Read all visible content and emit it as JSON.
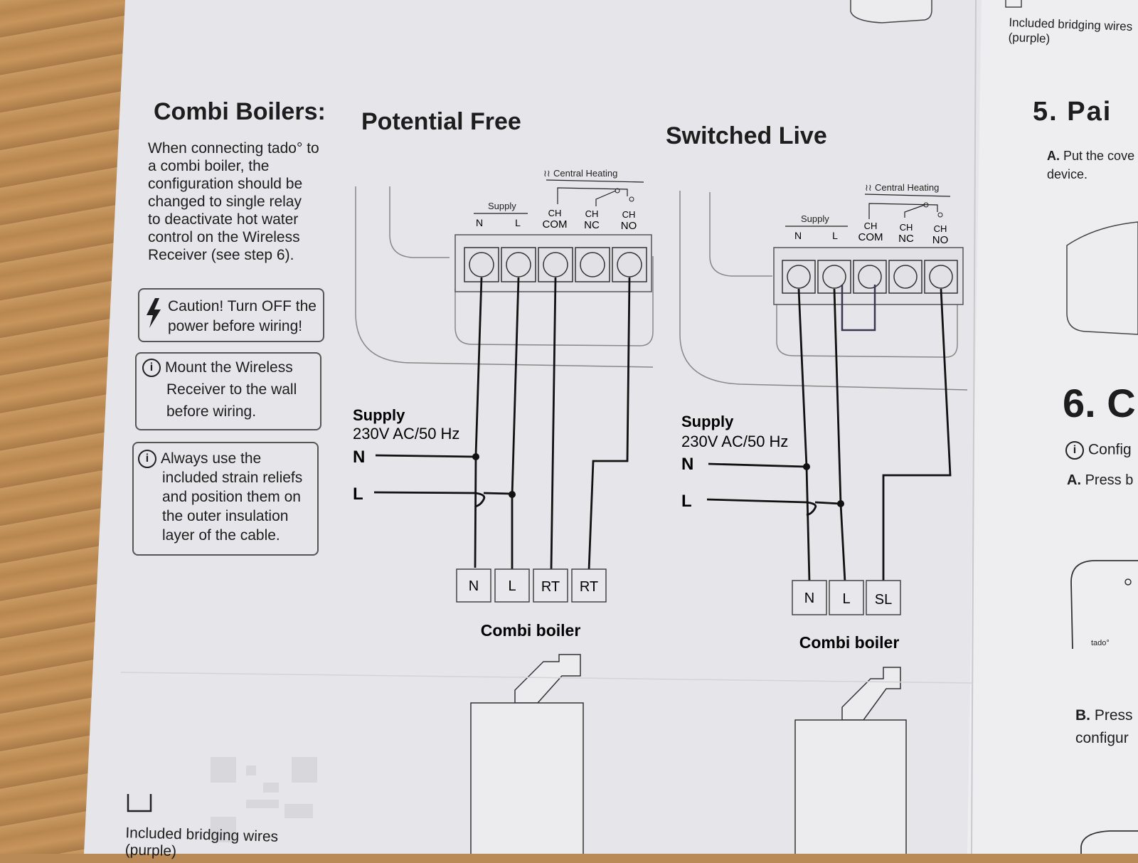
{
  "header": {
    "section_title": "Combi Boilers:",
    "pf_title": "Potential Free",
    "sl_title": "Switched Live"
  },
  "intro": {
    "lines": [
      "When connecting tado° to",
      "a combi boiler, the",
      "configuration should be",
      "changed to single relay",
      "to deactivate hot water",
      "control on the Wireless",
      "Receiver (see step 6)."
    ]
  },
  "caution": {
    "icon": "lightning-icon",
    "lines": [
      "Caution! Turn OFF the",
      "power before wiring!"
    ]
  },
  "mount": {
    "icon": "info-icon",
    "lines": [
      "Mount the Wireless",
      "Receiver to the wall",
      "before wiring."
    ]
  },
  "strain": {
    "icon": "info-icon",
    "lines": [
      "Always use the",
      "included strain reliefs",
      "and position them on",
      "the outer insulation",
      "layer of the cable."
    ]
  },
  "pf_diagram": {
    "central_heating": "Central Heating",
    "supply_group": "Supply",
    "terminals": [
      {
        "top": "",
        "bottom": "N"
      },
      {
        "top": "",
        "bottom": "L"
      },
      {
        "top": "CH",
        "bottom": "COM"
      },
      {
        "top": "CH",
        "bottom": "NC"
      },
      {
        "top": "CH",
        "bottom": "NO"
      }
    ],
    "supply_label": "Supply",
    "supply_voltage": "230V AC/50 Hz",
    "line_n": "N",
    "line_l": "L",
    "boiler_terminals": [
      "N",
      "L",
      "RT",
      "RT"
    ],
    "boiler_label": "Combi boiler"
  },
  "sl_diagram": {
    "central_heating": "Central Heating",
    "supply_group": "Supply",
    "terminals": [
      {
        "top": "",
        "bottom": "N"
      },
      {
        "top": "",
        "bottom": "L"
      },
      {
        "top": "CH",
        "bottom": "COM"
      },
      {
        "top": "CH",
        "bottom": "NC"
      },
      {
        "top": "CH",
        "bottom": "NO"
      }
    ],
    "supply_label": "Supply",
    "supply_voltage": "230V AC/50 Hz",
    "line_n": "N",
    "line_l": "L",
    "boiler_terminals": [
      "N",
      "L",
      "SL"
    ],
    "boiler_label": "Combi boiler"
  },
  "top_right": {
    "bridging_line1": "Included bridging wires",
    "bridging_line2": "(purple)"
  },
  "right_panel": {
    "step5_title": "5. Pai",
    "step5_a_prefix": "A.",
    "step5_a_line1": "Put the cove",
    "step5_a_line2": "device.",
    "step6_title": "6. C",
    "step6_info": "Config",
    "step6_a_prefix": "A.",
    "step6_a": "Press b",
    "device_brand": "tado°",
    "step6_b_prefix": "B.",
    "step6_b_line1": "Press",
    "step6_b_line2": "configur"
  },
  "bottom_left": {
    "bridging_line1": "Included bridging wires",
    "bridging_line2": "(purple)"
  }
}
